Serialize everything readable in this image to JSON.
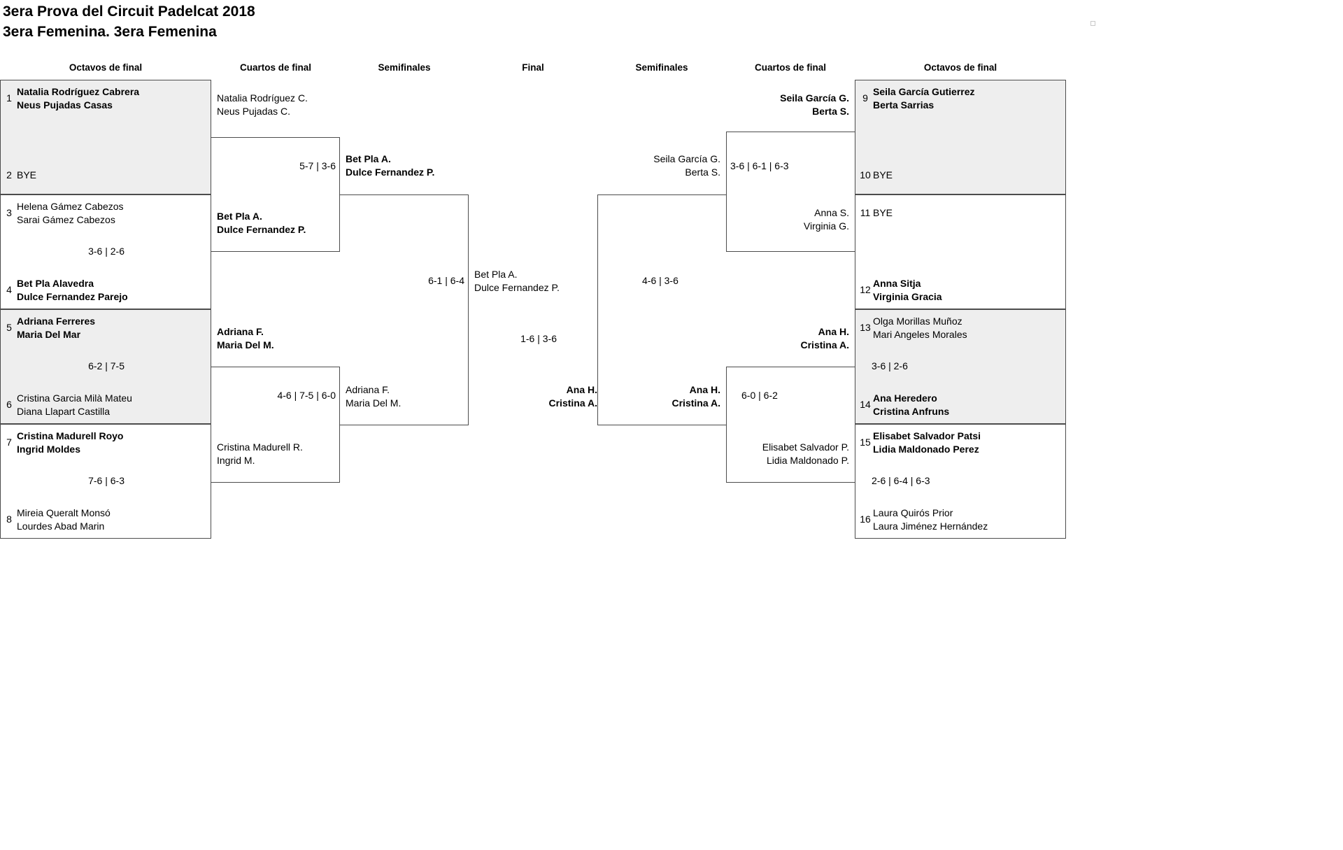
{
  "title": {
    "line1": "3era Prova del Circuit Padelcat 2018",
    "line2": "3era Femenina. 3era Femenina"
  },
  "round_headers": {
    "octavos_left": "Octavos de final",
    "cuartos_left": "Cuartos de final",
    "semis_left": "Semifinales",
    "final": "Final",
    "semis_right": "Semifinales",
    "cuartos_right": "Cuartos de final",
    "octavos_right": "Octavos de final"
  },
  "bracket": {
    "left_octavos": [
      {
        "seed": "1",
        "line1": "Natalia Rodríguez Cabrera",
        "line2": "Neus Pujadas Casas",
        "winner": true
      },
      {
        "seed": "2",
        "line1": "BYE",
        "line2": "",
        "winner": false
      },
      {
        "seed": "3",
        "line1": "Helena Gámez Cabezos",
        "line2": "Sarai Gámez Cabezos",
        "winner": false
      },
      {
        "seed": "4",
        "line1": "Bet Pla Alavedra",
        "line2": "Dulce Fernandez Parejo",
        "winner": true
      },
      {
        "seed": "5",
        "line1": "Adriana Ferreres",
        "line2": "Maria Del Mar",
        "winner": true
      },
      {
        "seed": "6",
        "line1": "Cristina Garcia Milà Mateu",
        "line2": "Diana Llapart Castilla",
        "winner": false
      },
      {
        "seed": "7",
        "line1": "Cristina Madurell Royo",
        "line2": "Ingrid Moldes",
        "winner": true
      },
      {
        "seed": "8",
        "line1": "Mireia Queralt Monsó",
        "line2": "Lourdes Abad Marin",
        "winner": false
      }
    ],
    "right_octavos": [
      {
        "seed": "9",
        "line1": "Seila García Gutierrez",
        "line2": "Berta Sarrias",
        "winner": true
      },
      {
        "seed": "10",
        "line1": "BYE",
        "line2": "",
        "winner": false
      },
      {
        "seed": "11",
        "line1": "BYE",
        "line2": "",
        "winner": false
      },
      {
        "seed": "12",
        "line1": "Anna Sitja",
        "line2": "Virginia Gracia",
        "winner": true
      },
      {
        "seed": "13",
        "line1": "Olga Morillas Muñoz",
        "line2": "Mari Angeles Morales",
        "winner": false
      },
      {
        "seed": "14",
        "line1": "Ana Heredero",
        "line2": "Cristina Anfruns",
        "winner": true
      },
      {
        "seed": "15",
        "line1": "Elisabet Salvador Patsi",
        "line2": "Lidia Maldonado Perez",
        "winner": true
      },
      {
        "seed": "16",
        "line1": "Laura Quirós Prior",
        "line2": "Laura Jiménez Hernández",
        "winner": false
      }
    ],
    "octavos_scores_left": [
      "",
      "3-6 | 2-6",
      "6-2 | 7-5",
      "7-6 | 6-3"
    ],
    "octavos_scores_right": [
      "",
      "",
      "3-6 | 2-6",
      "2-6 | 6-4 | 6-3"
    ],
    "left_cuartos": [
      {
        "line1": "Natalia Rodríguez C.",
        "line2": "Neus Pujadas C.",
        "winner": false
      },
      {
        "line1": "Bet Pla A.",
        "line2": "Dulce Fernandez P.",
        "winner": true
      },
      {
        "line1": "Adriana F.",
        "line2": "Maria Del M.",
        "winner": true
      },
      {
        "line1": "Cristina Madurell R.",
        "line2": "Ingrid M.",
        "winner": false
      }
    ],
    "left_cuartos_scores": [
      "5-7 | 3-6",
      "4-6 | 7-5 | 6-0"
    ],
    "right_cuartos": [
      {
        "line1": "Seila García G.",
        "line2": "Berta S.",
        "winner": true
      },
      {
        "line1": "Anna S.",
        "line2": "Virginia G.",
        "winner": false
      },
      {
        "line1": "Ana H.",
        "line2": "Cristina A.",
        "winner": true
      },
      {
        "line1": "Elisabet Salvador P.",
        "line2": "Lidia Maldonado P.",
        "winner": false
      }
    ],
    "right_cuartos_scores": [
      "3-6 | 6-1 | 6-3",
      "6-0 | 6-2"
    ],
    "left_semis": [
      {
        "line1": "Bet Pla A.",
        "line2": "Dulce Fernandez P.",
        "winner": true
      },
      {
        "line1": "Adriana F.",
        "line2": "Maria Del M.",
        "winner": false
      }
    ],
    "left_semis_score": "6-1 | 6-4",
    "right_semis": [
      {
        "line1": "Seila García G.",
        "line2": "Berta S.",
        "winner": false
      },
      {
        "line1": "Ana H.",
        "line2": "Cristina A.",
        "winner": true
      }
    ],
    "right_semis_score": "4-6 | 3-6",
    "final": {
      "left_team": {
        "line1": "Bet Pla A.",
        "line2": "Dulce Fernandez P.",
        "winner": false
      },
      "right_team": {
        "line1": "Ana H.",
        "line2": "Cristina A.",
        "winner": true
      },
      "score": "1-6 | 3-6"
    }
  }
}
